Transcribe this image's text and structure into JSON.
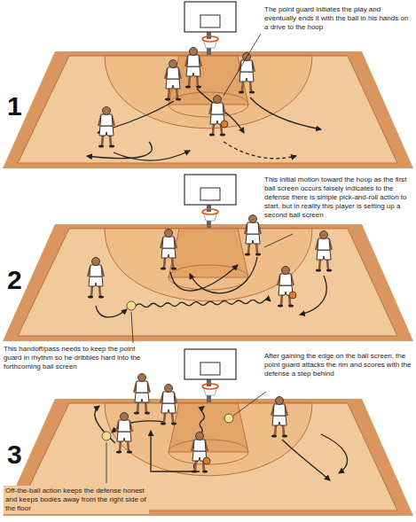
{
  "diagram": {
    "labels": [
      "The point guard initiates the play and eventually ends it with the ball in his hands on a drive to the hoop",
      "1",
      "This initial motion toward the hoop as the first ball screen occurs falsely indicates to the defense there is simple pick-and-roll action to start, but in reality this player is setting up a second ball screen",
      "2",
      "This handoff/pass needs to keep the point guard in rhythm so he dribbles hard into the forthcoming ball screen",
      "After gaining the edge on the ball screen, the point guard attacks the rim and scores with the defense a step behind",
      "3",
      "Off-the-ball action keeps the defense honest and keeps bodies away from the right side of the floor"
    ]
  }
}
